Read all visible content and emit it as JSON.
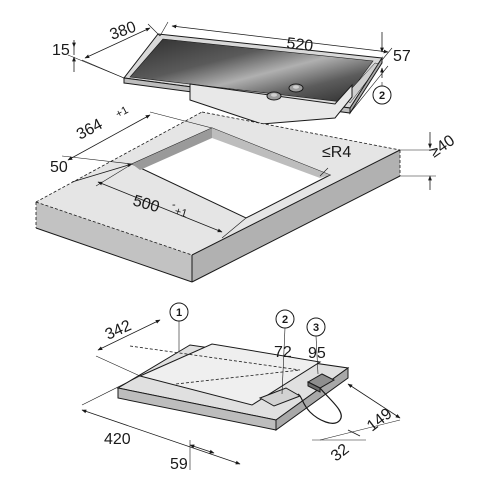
{
  "colors": {
    "line": "#1a1a1a",
    "worktop_top": "#e3e3e3",
    "worktop_side": "#c9c9c9",
    "worktop_front": "#b8b8b8",
    "hob_frame": "#d6d6d6",
    "glass_dark": "#3a3a3a",
    "glass_light": "#9a9a9a",
    "underside": "#e6e6e6",
    "underside_dark": "#c4c4c4"
  },
  "top_view": {
    "hob_depth": "380",
    "hob_width": "520",
    "frame_height": "15",
    "total_height": "57",
    "callout_2": "2"
  },
  "cutout": {
    "depth": "364",
    "depth_tol": "+1",
    "width": "500",
    "width_tol": "+1",
    "width_tol_sign": "-",
    "front_clearance": "50",
    "radius": "≤R4",
    "worktop_thickness": "≥40"
  },
  "bottom_view": {
    "callout_1": "1",
    "callout_2": "2",
    "callout_3": "3",
    "depth": "342",
    "width": "420",
    "connection_pos": "72",
    "connection_pos2": "95",
    "front_offset": "59",
    "depth_right": "149",
    "height_right": "32"
  }
}
